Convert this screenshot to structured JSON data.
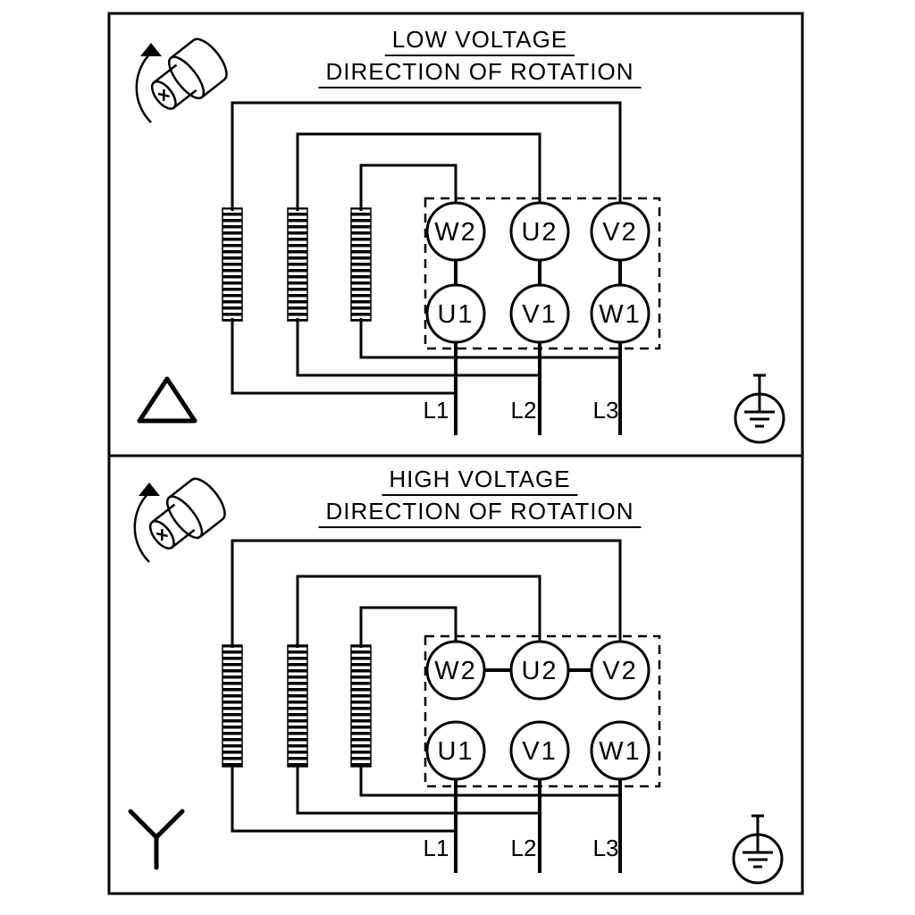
{
  "panels": [
    {
      "id": "low-voltage",
      "title": "LOW VOLTAGE",
      "subtitle": "DIRECTION OF ROTATION",
      "connection": "delta",
      "terminals_top": [
        "W2",
        "U2",
        "V2"
      ],
      "terminals_bottom": [
        "U1",
        "V1",
        "W1"
      ],
      "lines": [
        "L1",
        "L2",
        "L3"
      ]
    },
    {
      "id": "high-voltage",
      "title": "HIGH VOLTAGE",
      "subtitle": "DIRECTION OF ROTATION",
      "connection": "star",
      "terminals_top": [
        "W2",
        "U2",
        "V2"
      ],
      "terminals_bottom": [
        "U1",
        "V1",
        "W1"
      ],
      "lines": [
        "L1",
        "L2",
        "L3"
      ]
    }
  ],
  "icons": {
    "rotation": "shaft-with-rotation-arrow",
    "delta": "triangle-outline",
    "star": "y-shape",
    "ground": "protective-earth-in-circle"
  },
  "colors": {
    "line": "#000000",
    "background": "#ffffff"
  }
}
